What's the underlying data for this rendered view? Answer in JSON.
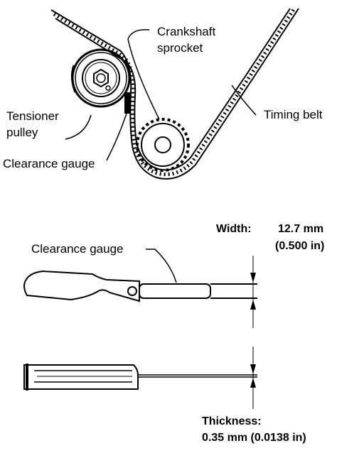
{
  "labels": {
    "crankshaft_sprocket": [
      "Crankshaft",
      "sprocket"
    ],
    "timing_belt": "Timing belt",
    "tensioner_pulley": [
      "Tensioner",
      "pulley"
    ],
    "clearance_gauge_top": "Clearance gauge",
    "clearance_gauge_side": "Clearance gauge",
    "width": {
      "caption": "Width:",
      "value_mm": "12.7 mm",
      "value_in": "(0.500 in)"
    },
    "thickness": {
      "caption": "Thickness:",
      "value": "0.35 mm (0.0138 in)"
    }
  },
  "colors": {
    "ink": "#000000",
    "paper": "#ffffff"
  }
}
